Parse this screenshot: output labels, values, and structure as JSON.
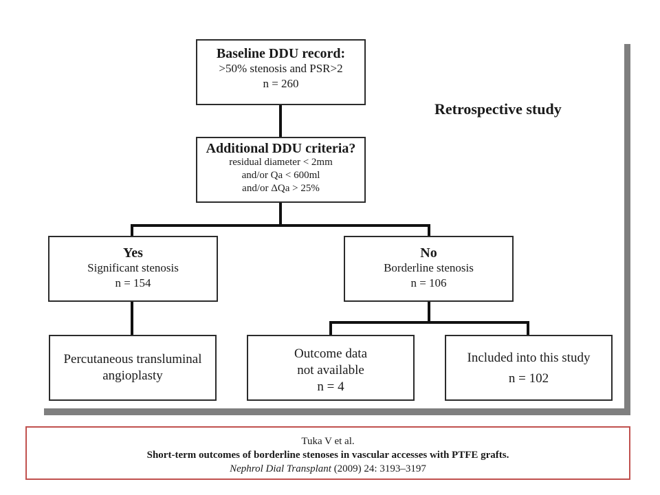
{
  "side_title": "Retrospective study",
  "baseline": {
    "title": "Baseline DDU record:",
    "line1": ">50% stenosis and PSR>2",
    "line2": "n = 260"
  },
  "additional": {
    "title": "Additional DDU criteria?",
    "line1": "residual diameter < 2mm",
    "line2": "and/or Qa < 600ml",
    "line3": "and/or ΔQa > 25%"
  },
  "yes": {
    "title": "Yes",
    "line1": "Significant stenosis",
    "line2": "n = 154"
  },
  "no": {
    "title": "No",
    "line1": "Borderline stenosis",
    "line2": "n = 106"
  },
  "pta": {
    "line1": "Percutaneous transluminal",
    "line2": "angioplasty"
  },
  "outcome": {
    "line1": "Outcome data",
    "line2": "not available",
    "line3": "n = 4"
  },
  "included": {
    "line1": "Included into this study",
    "line2": "n = 102"
  },
  "citation": {
    "authors": "Tuka V et al.",
    "title": "Short-term outcomes of borderline stenoses in vascular accesses with PTFE grafts.",
    "journal": "Nephrol Dial Transplant",
    "details": " (2009) 24: 3193–3197"
  }
}
